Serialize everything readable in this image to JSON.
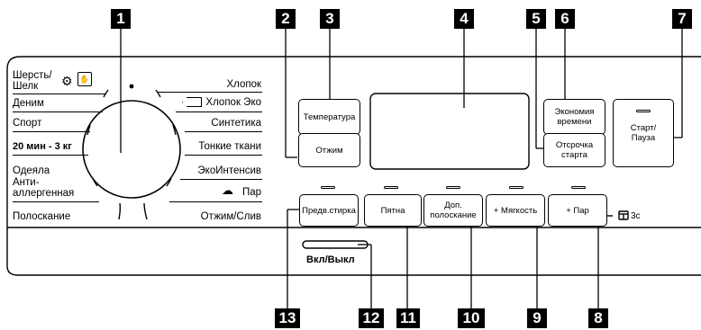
{
  "callouts": [
    "1",
    "2",
    "3",
    "4",
    "5",
    "6",
    "7",
    "8",
    "9",
    "10",
    "11",
    "12",
    "13"
  ],
  "programs_left": {
    "wool_silk": "Шерсть/\nШелк",
    "denim": "Деним",
    "sport": "Спорт",
    "quick": "20 мин - 3 кг",
    "blankets": "Одеяла",
    "anti_allergy": "Анти-\nаллергенная",
    "rinse": "Полоскание"
  },
  "programs_right": {
    "cotton": "Хлопок",
    "cotton_eco": "Хлопок Эко",
    "synthetics": "Синтетика",
    "delicates": "Тонкие ткани",
    "eco_intensive": "ЭкоИнтенсив",
    "steam": "Пар",
    "spin_drain": "Отжим/Слив"
  },
  "buttons": {
    "temperature": "Температура",
    "spin": "Отжим",
    "time_save": "Экономия\nвремени",
    "delay_start": "Отсрочка\nстарта",
    "start_pause": "Старт/\nПауза",
    "prewash": "Предв.стирка",
    "stains": "Пятна",
    "extra_rinse": "Доп.\nполоскание",
    "softener": "+ Мягкость",
    "steam_plus": "+ Пар",
    "power": "Вкл/Выкл"
  },
  "child_lock_hint": "3с",
  "icons": [
    "wool-icon",
    "handwash-icon",
    "eco-tag-icon",
    "steam-icon",
    "lock-icon"
  ]
}
